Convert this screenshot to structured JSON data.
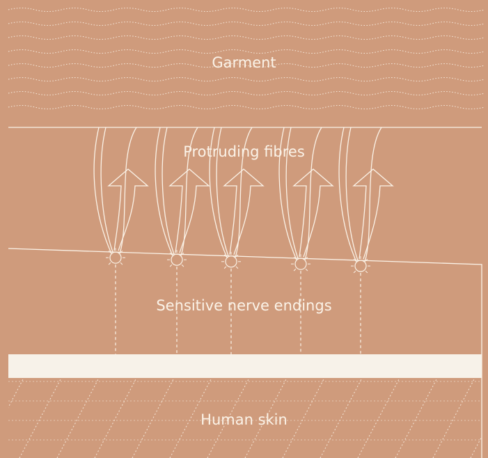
{
  "labels": {
    "garment": "Garment",
    "fibres": "Protruding fibres",
    "nerve": "Sensitive nerve endings",
    "skin": "Human skin"
  },
  "colors": {
    "background": "#cf9b7c",
    "line": "#fbf3e8",
    "band": "#f7f2e9"
  }
}
